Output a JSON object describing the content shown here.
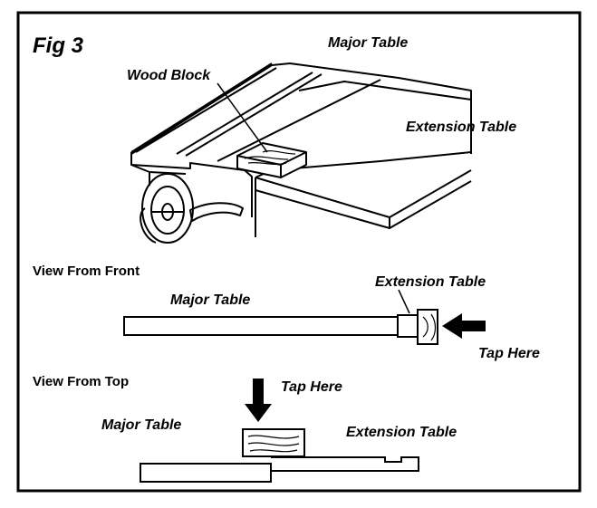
{
  "figure": {
    "title": "Fig 3",
    "labels": {
      "major_table_top": "Major Table",
      "wood_block": "Wood Block",
      "extension_table_top": "Extension Table",
      "view_from_front": "View From Front",
      "extension_table_front": "Extension Table",
      "major_table_front": "Major Table",
      "tap_here_front": "Tap Here",
      "view_from_top": "View From Top",
      "tap_here_top": "Tap Here",
      "major_table_side": "Major Table",
      "extension_table_side": "Extension Table"
    }
  }
}
